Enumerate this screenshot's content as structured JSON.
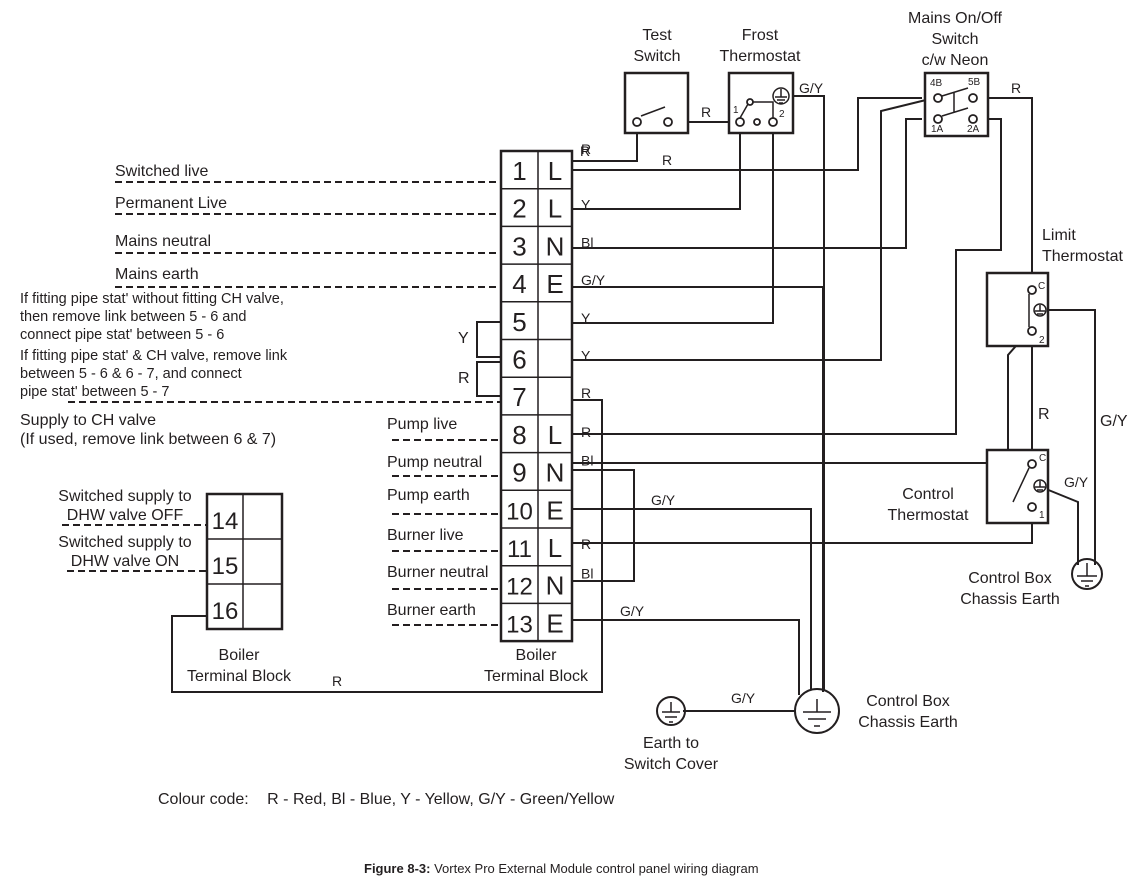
{
  "components": {
    "test_switch": "Test\nSwitch",
    "frost_thermostat": "Frost\nThermostat",
    "mains_switch": "Mains On/Off\nSwitch\nc/w Neon",
    "limit_thermostat": "Limit\nThermostat",
    "control_thermostat": "Control\nThermostat",
    "control_box_earth_right": "Control Box\nChassis Earth",
    "control_box_earth_bottom": "Control Box\nChassis Earth",
    "earth_to_switch_cover": "Earth to\nSwitch Cover",
    "boiler_block_main": "Boiler\nTerminal Block",
    "boiler_block_dhw": "Boiler\nTerminal Block"
  },
  "switch_terminals": {
    "t4b": "4B",
    "t5b": "5B",
    "t1a": "1A",
    "t2a": "2A"
  },
  "frost_terminals": {
    "t1": "1",
    "t2": "2"
  },
  "limit_terminals": {
    "c": "C",
    "t2": "2"
  },
  "control_terminals": {
    "c": "C",
    "t1": "1"
  },
  "main_terminals": [
    {
      "num": "1",
      "type": "L",
      "label": "Switched live",
      "wire": "R"
    },
    {
      "num": "2",
      "type": "L",
      "label": "Permanent Live",
      "wire": "Y"
    },
    {
      "num": "3",
      "type": "N",
      "label": "Mains neutral",
      "wire": "Bl"
    },
    {
      "num": "4",
      "type": "E",
      "label": "Mains earth",
      "wire": "G/Y"
    },
    {
      "num": "5",
      "type": "",
      "label": "",
      "wire": "Y"
    },
    {
      "num": "6",
      "type": "",
      "label": "",
      "wire": "Y"
    },
    {
      "num": "7",
      "type": "",
      "label": "",
      "wire": "R"
    },
    {
      "num": "8",
      "type": "L",
      "label": "Pump live",
      "wire": "R"
    },
    {
      "num": "9",
      "type": "N",
      "label": "Pump neutral",
      "wire": "Bl"
    },
    {
      "num": "10",
      "type": "E",
      "label": "Pump earth",
      "wire": "G/Y"
    },
    {
      "num": "11",
      "type": "L",
      "label": "Burner live",
      "wire": "R"
    },
    {
      "num": "12",
      "type": "N",
      "label": "Burner neutral",
      "wire": "Bl"
    },
    {
      "num": "13",
      "type": "E",
      "label": "Burner earth",
      "wire": "G/Y"
    }
  ],
  "dhw_terminals": [
    {
      "num": "14",
      "label": "Switched supply to\nDHW valve OFF"
    },
    {
      "num": "15",
      "label": "Switched supply to\nDHW valve ON"
    },
    {
      "num": "16",
      "label": ""
    }
  ],
  "notes": {
    "pipe_stat_1": "If fitting pipe stat' without fitting CH valve,\nthen remove link between 5 - 6 and\nconnect pipe stat' between 5 - 6",
    "pipe_stat_2": "If fitting pipe stat' & CH valve, remove link\nbetween 5 - 6 & 6 - 7, and connect\npipe stat' between 5 - 7",
    "ch_valve": "Supply to CH valve\n(If used, remove link between 6 & 7)"
  },
  "wire_labels": {
    "R": "R",
    "Y": "Y",
    "Bl": "Bl",
    "GY": "G/Y"
  },
  "link_labels": {
    "link_5_6": "Y",
    "link_6_7": "R"
  },
  "colour_code": {
    "prefix": "Colour code:",
    "text": "R - Red, Bl - Blue, Y - Yellow, G/Y - Green/Yellow"
  },
  "caption": {
    "bold": "Figure 8-3:",
    "text": " Vortex Pro External Module control panel wiring diagram"
  }
}
